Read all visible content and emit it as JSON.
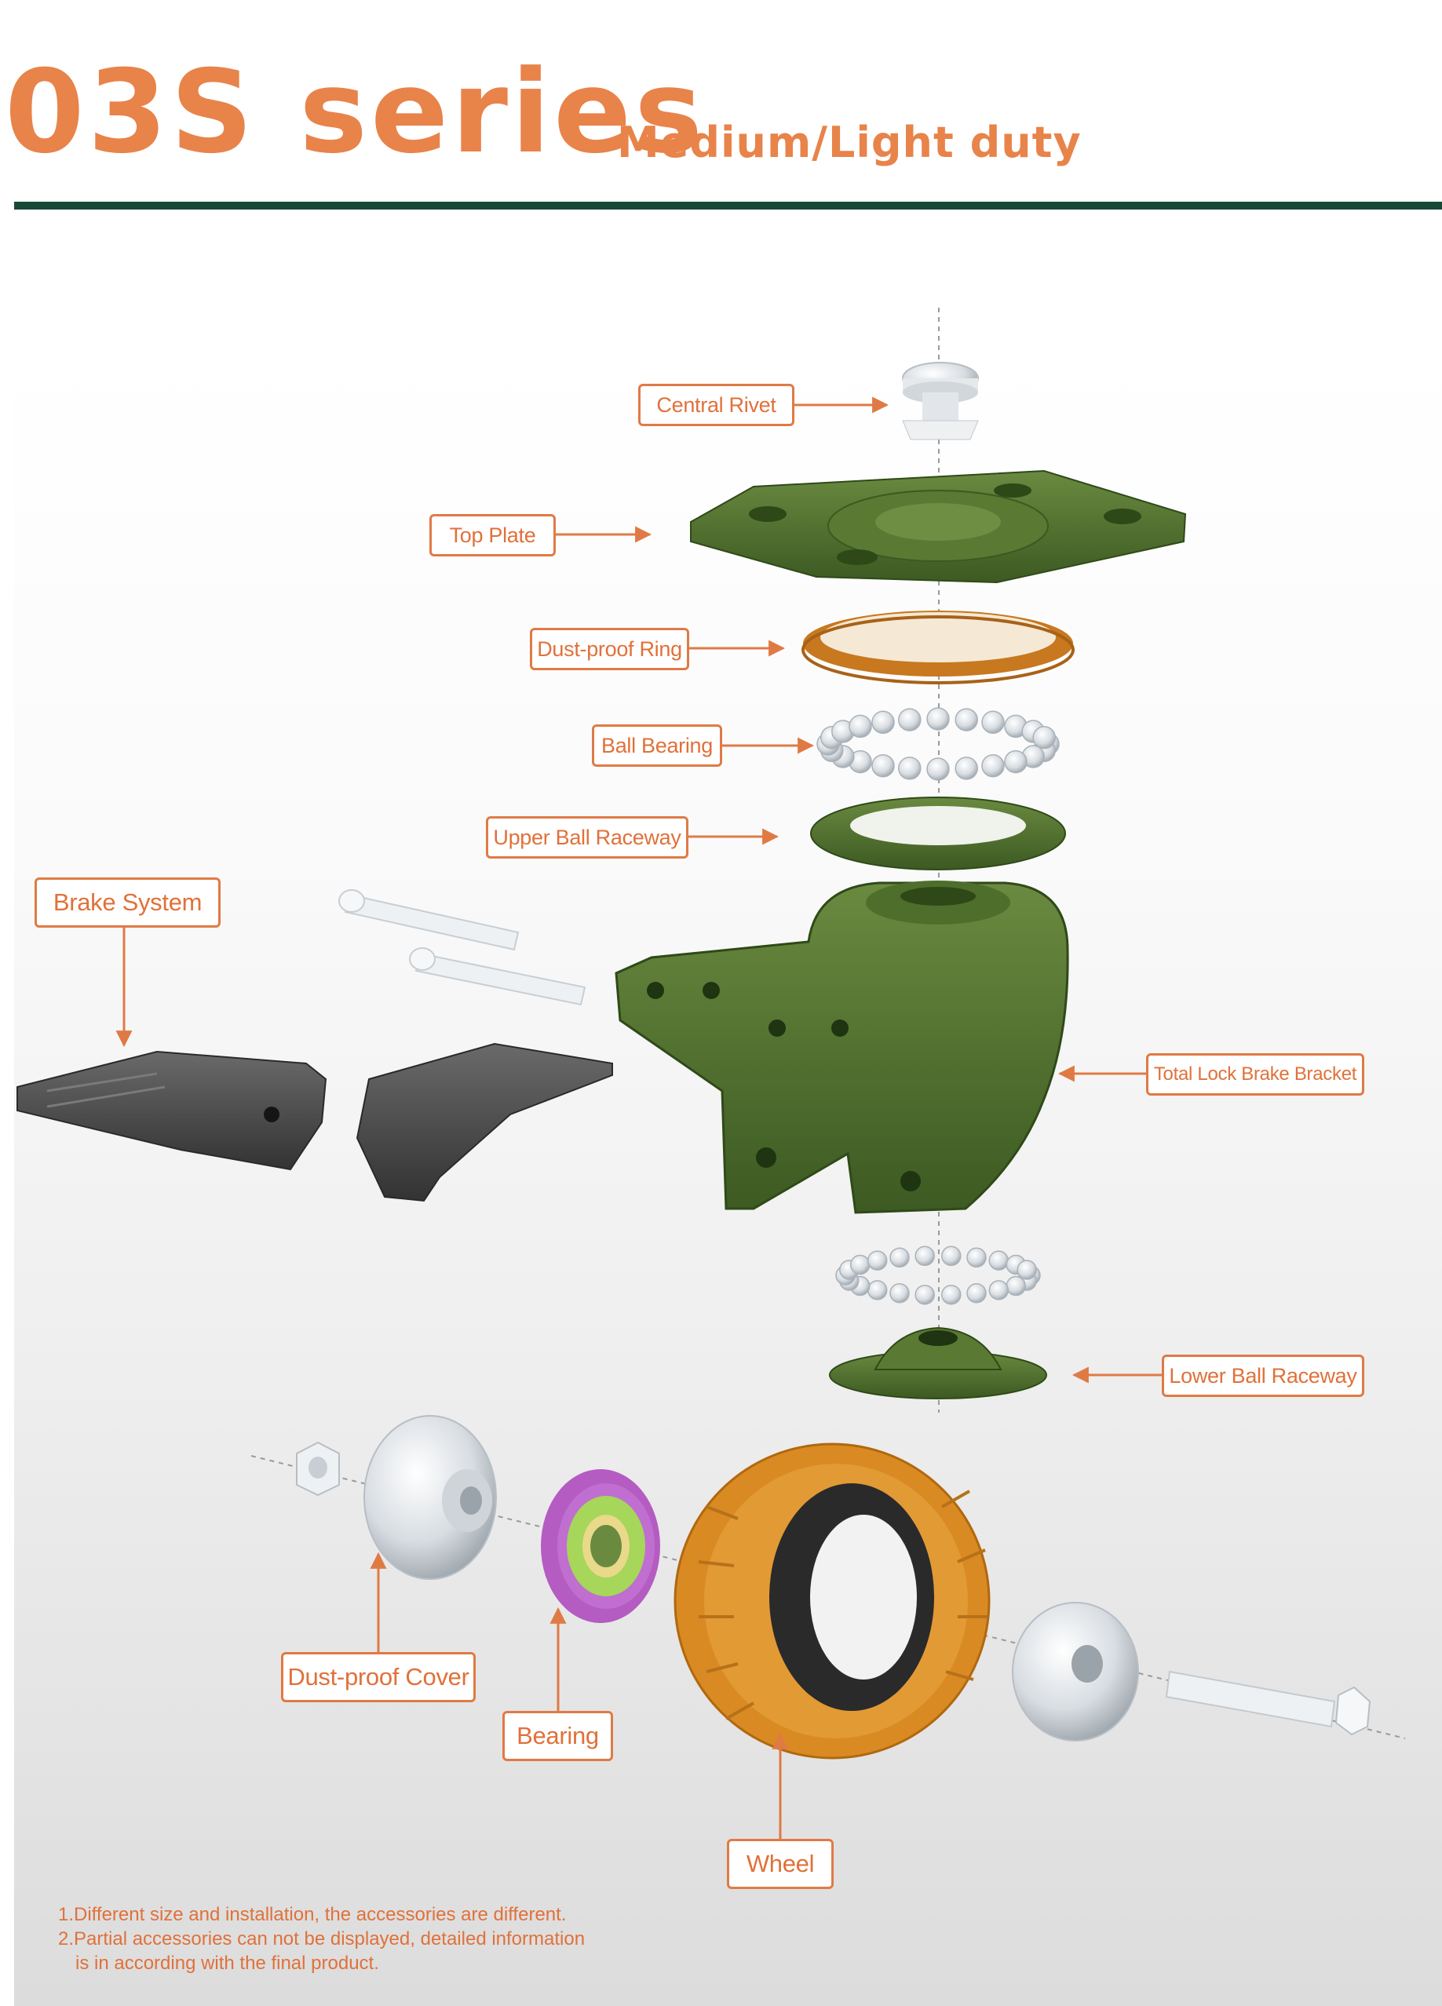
{
  "header": {
    "title": "03S series",
    "subtitle": "Medium/Light duty"
  },
  "callouts": {
    "central_rivet": "Central Rivet",
    "top_plate": "Top Plate",
    "dust_proof_ring": "Dust-proof Ring",
    "ball_bearing": "Ball Bearing",
    "upper_ball_raceway": "Upper Ball Raceway",
    "brake_system": "Brake System",
    "total_lock_brake_bracket": "Total Lock Brake Bracket",
    "lower_ball_raceway": "Lower Ball Raceway",
    "dust_proof_cover": "Dust-proof Cover",
    "bearing": "Bearing",
    "wheel": "Wheel"
  },
  "notes": [
    "1.Different size and installation, the accessories are different.",
    "2.Partial accessories can not be displayed, detailed information",
    "is in according with the final product."
  ],
  "colors": {
    "accent_orange": "#e8834a",
    "rule_green": "#174a36",
    "part_green": "#4a6b2a",
    "brake_gray": "#4a4a4a",
    "ring_orange": "#c8781f",
    "wheel_orange": "#d98a22",
    "bearing_magenta": "#b45cc2"
  }
}
